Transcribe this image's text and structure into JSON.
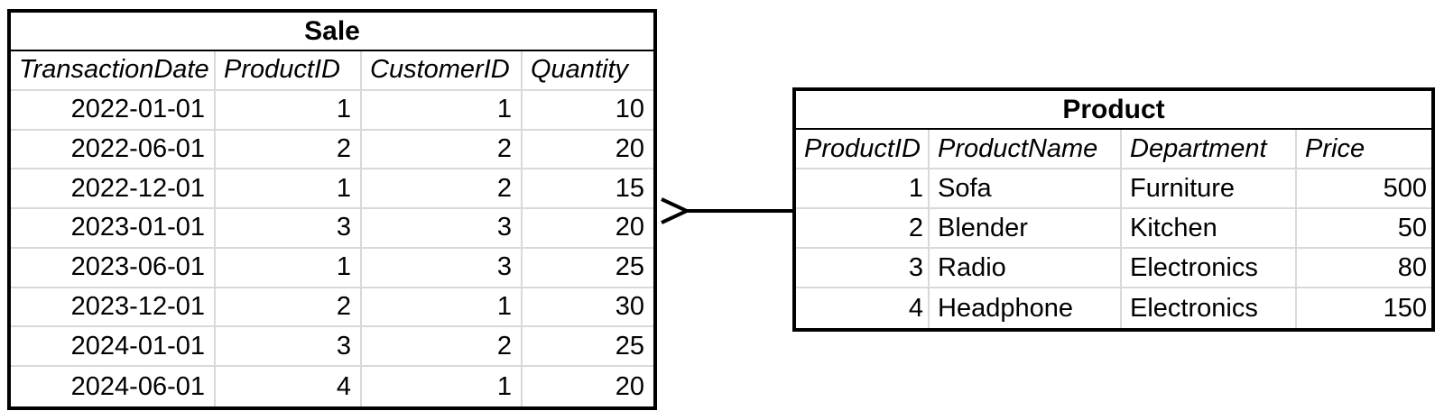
{
  "diagram": {
    "sale": {
      "title": "Sale",
      "columns": [
        "TransactionDate",
        "ProductID",
        "CustomerID",
        "Quantity"
      ],
      "rows": [
        [
          "2022-01-01",
          "1",
          "1",
          "10"
        ],
        [
          "2022-06-01",
          "2",
          "2",
          "20"
        ],
        [
          "2022-12-01",
          "1",
          "2",
          "15"
        ],
        [
          "2023-01-01",
          "3",
          "3",
          "20"
        ],
        [
          "2023-06-01",
          "1",
          "3",
          "25"
        ],
        [
          "2023-12-01",
          "2",
          "1",
          "30"
        ],
        [
          "2024-01-01",
          "3",
          "2",
          "25"
        ],
        [
          "2024-06-01",
          "4",
          "1",
          "20"
        ]
      ]
    },
    "product": {
      "title": "Product",
      "columns": [
        "ProductID",
        "ProductName",
        "Department",
        "Price"
      ],
      "rows": [
        [
          "1",
          "Sofa",
          "Furniture",
          "500"
        ],
        [
          "2",
          "Blender",
          "Kitchen",
          "50"
        ],
        [
          "3",
          "Radio",
          "Electronics",
          "80"
        ],
        [
          "4",
          "Headphone",
          "Electronics",
          "150"
        ]
      ]
    },
    "relationship": {
      "from_table": "Sale",
      "to_table": "Product",
      "style": "line-with-open-arrowhead",
      "arrowhead_at": "sale-end"
    },
    "colors": {
      "background": "#ffffff",
      "table_border": "#000000",
      "gridline": "#d9d9d9",
      "text": "#000000"
    }
  }
}
